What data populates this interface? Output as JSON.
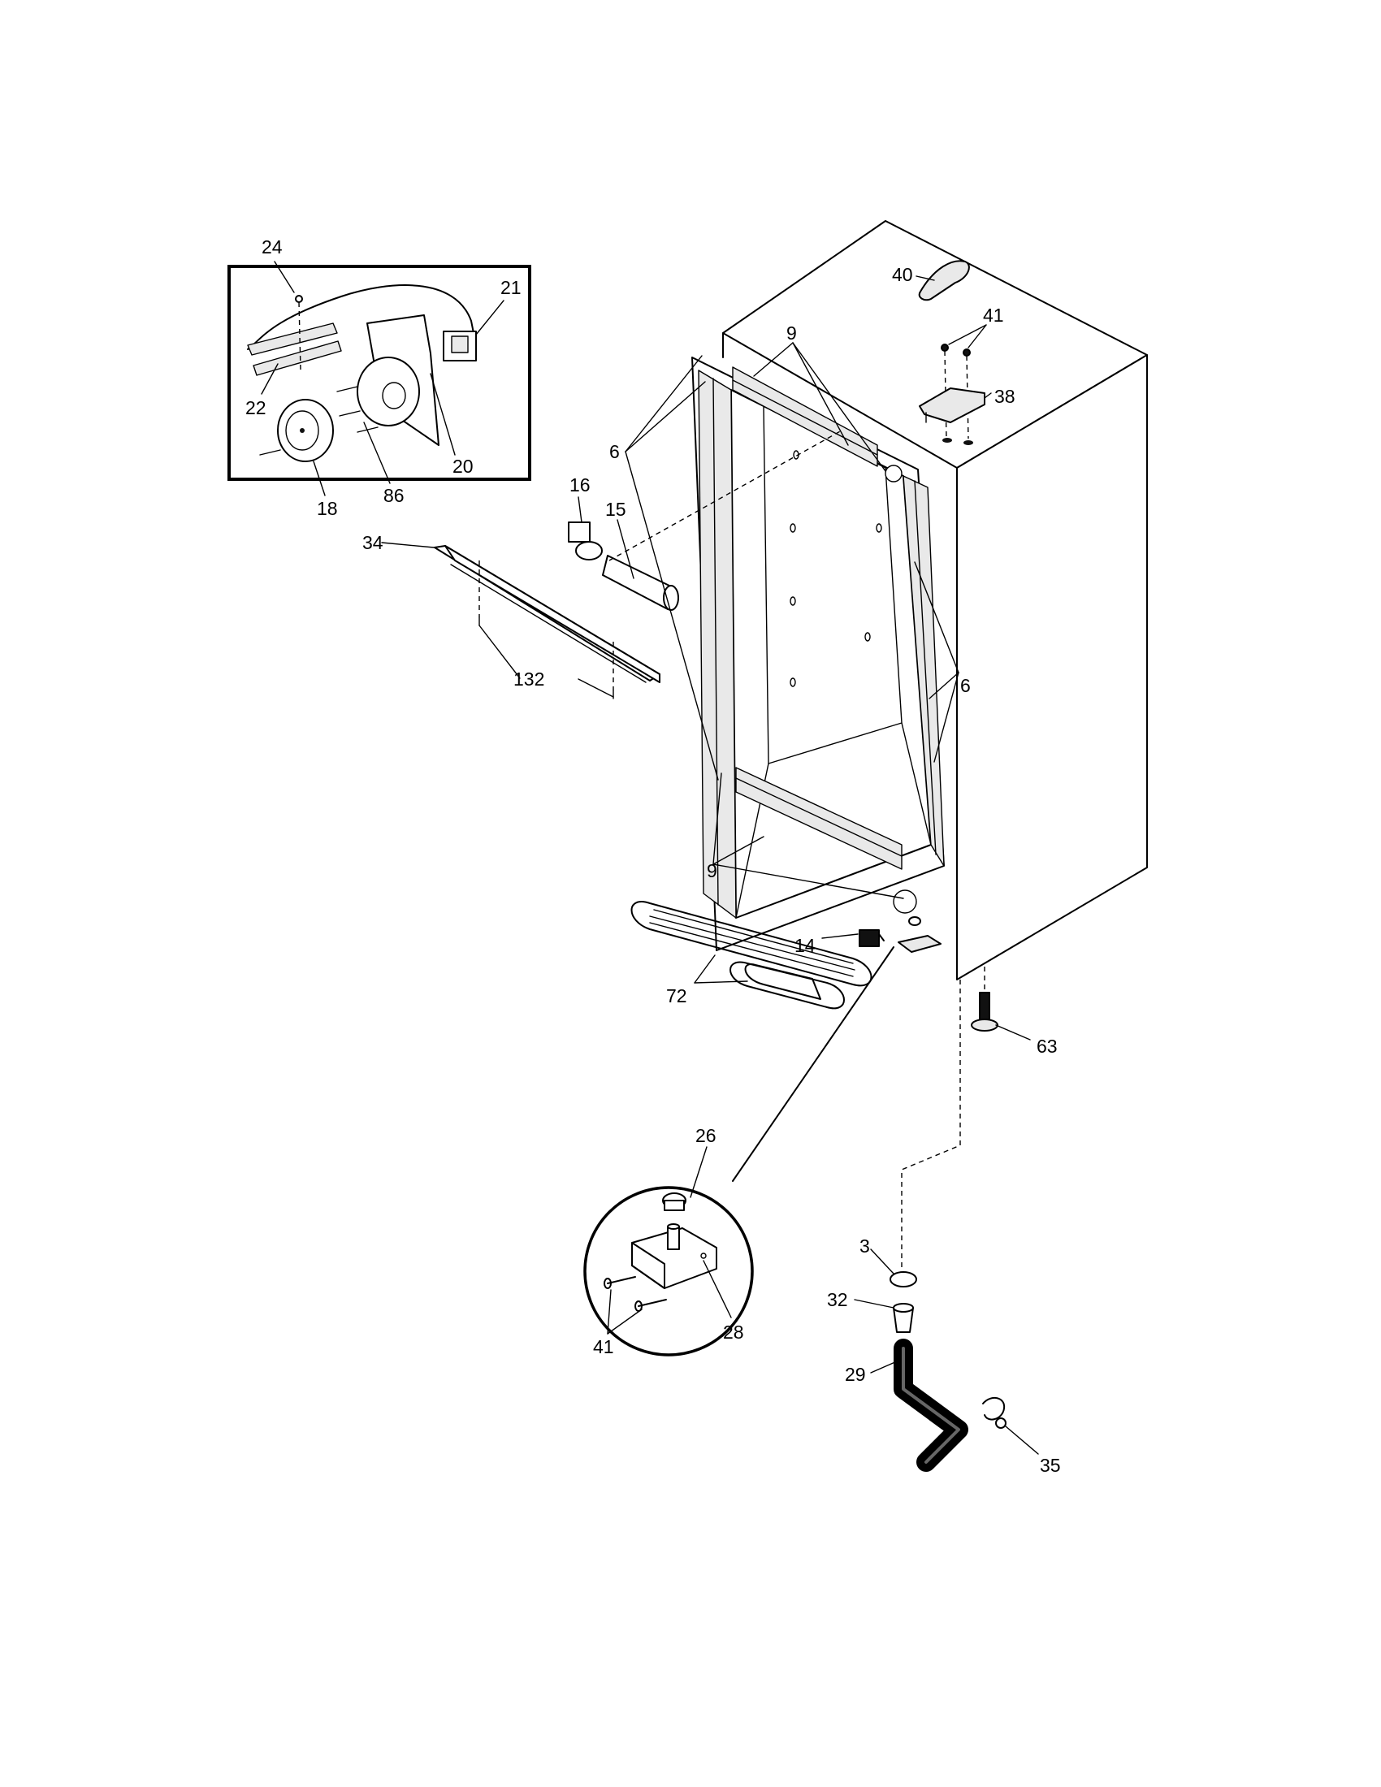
{
  "labels": {
    "p24": "24",
    "p21": "21",
    "p22": "22",
    "p20": "20",
    "p18": "18",
    "p86": "86",
    "p16": "16",
    "p15": "15",
    "p34": "34",
    "p132": "132",
    "p40": "40",
    "p41_top": "41",
    "p38": "38",
    "p9_top": "9",
    "p6_left": "6",
    "p6_right": "6",
    "p9_bottom": "9",
    "p14": "14",
    "p72": "72",
    "p63": "63",
    "p26": "26",
    "p28": "28",
    "p41_bottom": "41",
    "p3": "3",
    "p32": "32",
    "p29": "29",
    "p35": "35"
  }
}
